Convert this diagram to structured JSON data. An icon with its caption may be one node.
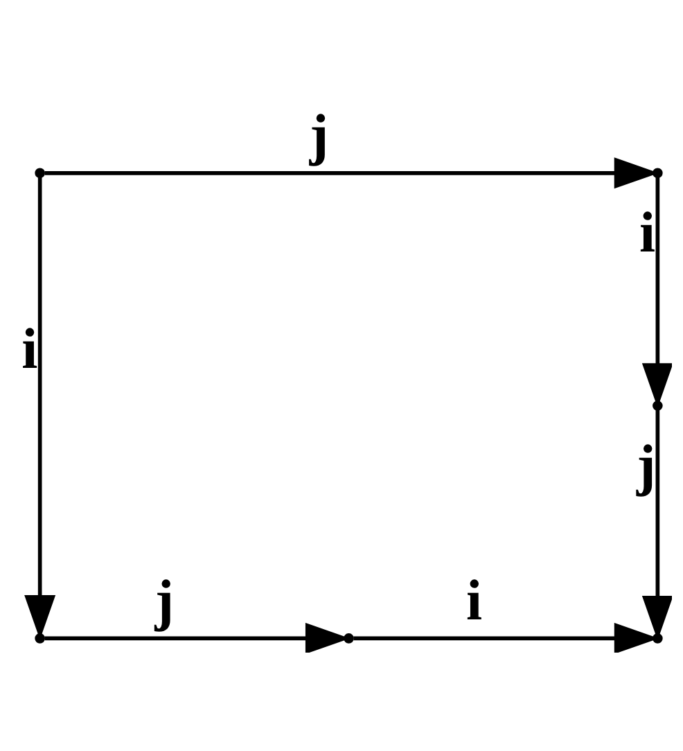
{
  "diagram": {
    "nodes": [
      {
        "text": [],
        "shape": "point"
      },
      {
        "text": [],
        "shape": "point"
      },
      {
        "text": [],
        "shape": "point"
      },
      {
        "text": [],
        "shape": "point"
      },
      {
        "text": [],
        "shape": "point"
      },
      {
        "text": [],
        "shape": "point"
      }
    ],
    "edges": [
      {
        "from": 0,
        "to": 1,
        "arrow": "to",
        "label": "j"
      },
      {
        "from": 1,
        "to": 2,
        "arrow": "to",
        "label": "i"
      },
      {
        "from": 2,
        "to": 5,
        "arrow": "to",
        "label": "j"
      },
      {
        "from": 0,
        "to": 3,
        "arrow": "to",
        "label": "i"
      },
      {
        "from": 3,
        "to": 4,
        "arrow": "to",
        "label": "j"
      },
      {
        "from": 4,
        "to": 5,
        "arrow": "to",
        "label": "i"
      }
    ]
  }
}
